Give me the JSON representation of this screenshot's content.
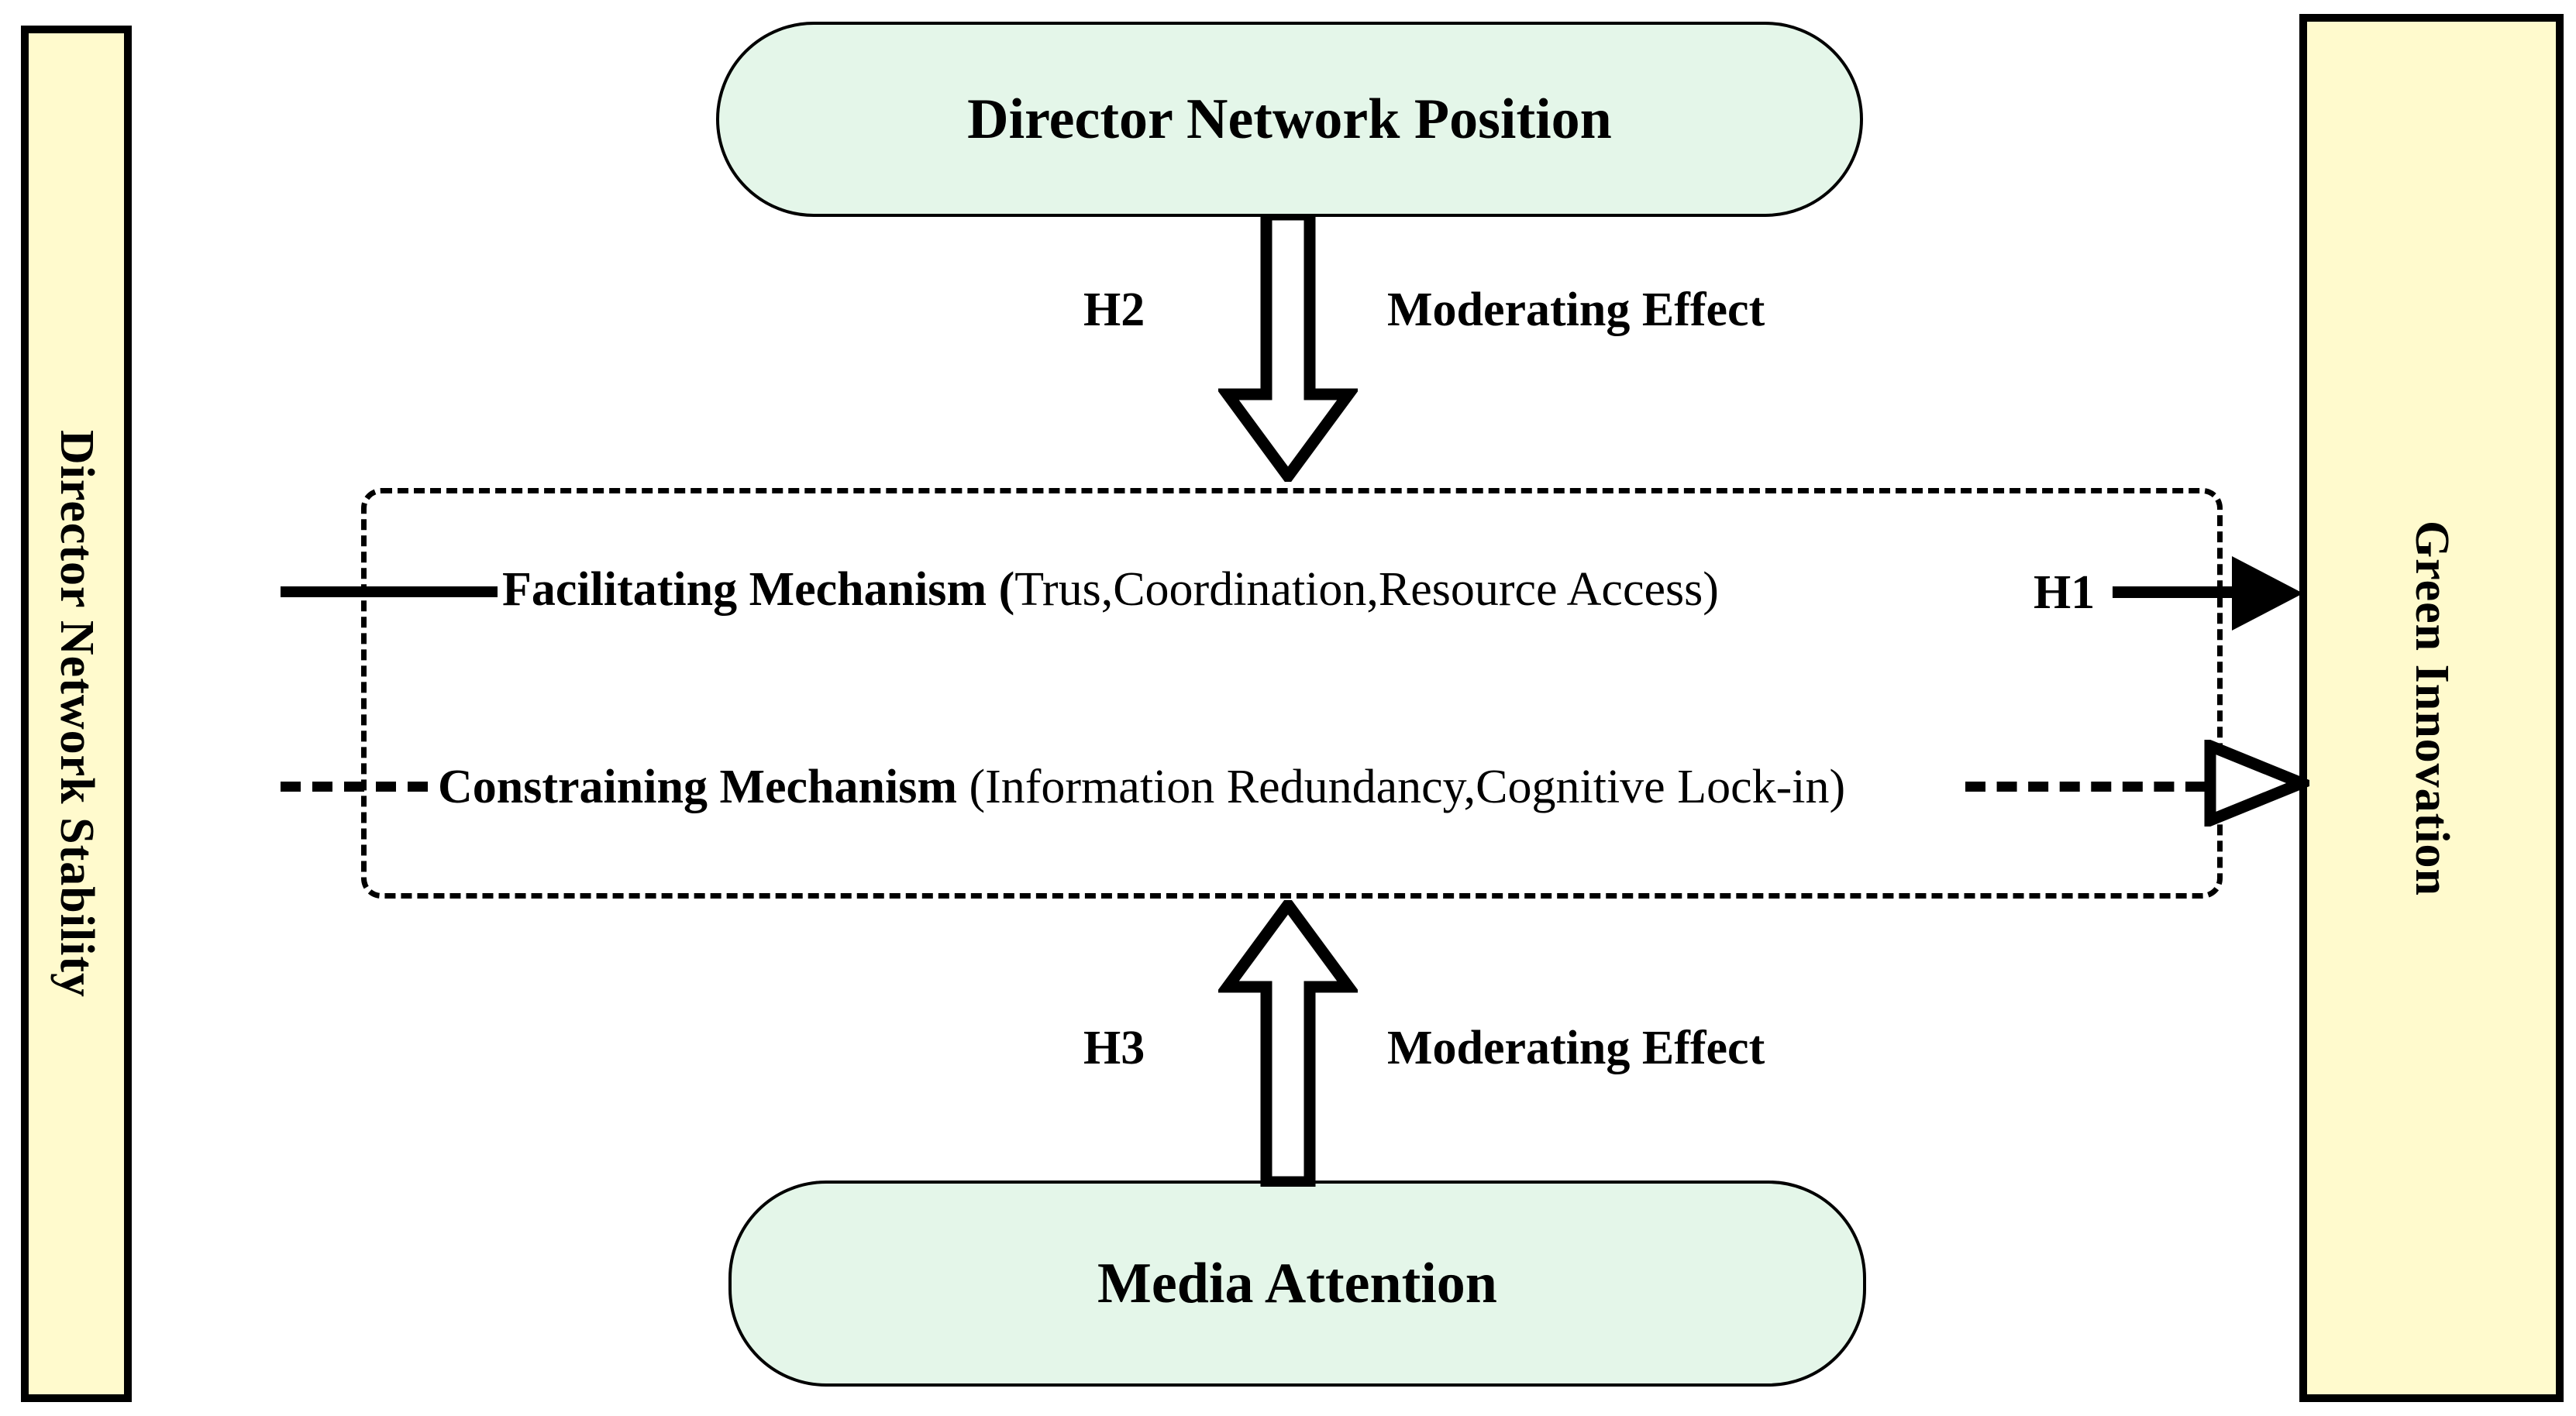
{
  "diagram": {
    "title": "Research framework: Director Network Stability and Green Innovation",
    "colors": {
      "antecedent_fill": "#FFFACD",
      "moderator_fill": "#E4F6E9",
      "stroke": "#000000",
      "background": "#FFFFFF"
    }
  },
  "antecedent": {
    "label": "Director Network Stability"
  },
  "outcome": {
    "label": "Green Innovation"
  },
  "moderators": {
    "top": {
      "label": "Director Network Position",
      "hypothesis": "H2",
      "effect_label": "Moderating Effect"
    },
    "bottom": {
      "label": "Media Attention",
      "hypothesis": "H3",
      "effect_label": "Moderating Effect"
    }
  },
  "mechanisms": {
    "facilitating": {
      "name": "Facilitating Mechanism (",
      "detail": "Trus,Coordination,Resource Access)",
      "hypothesis": "H1"
    },
    "constraining": {
      "name": "Constraining Mechanism",
      "detail": " (Information Redundancy,Cognitive Lock-in)"
    }
  }
}
